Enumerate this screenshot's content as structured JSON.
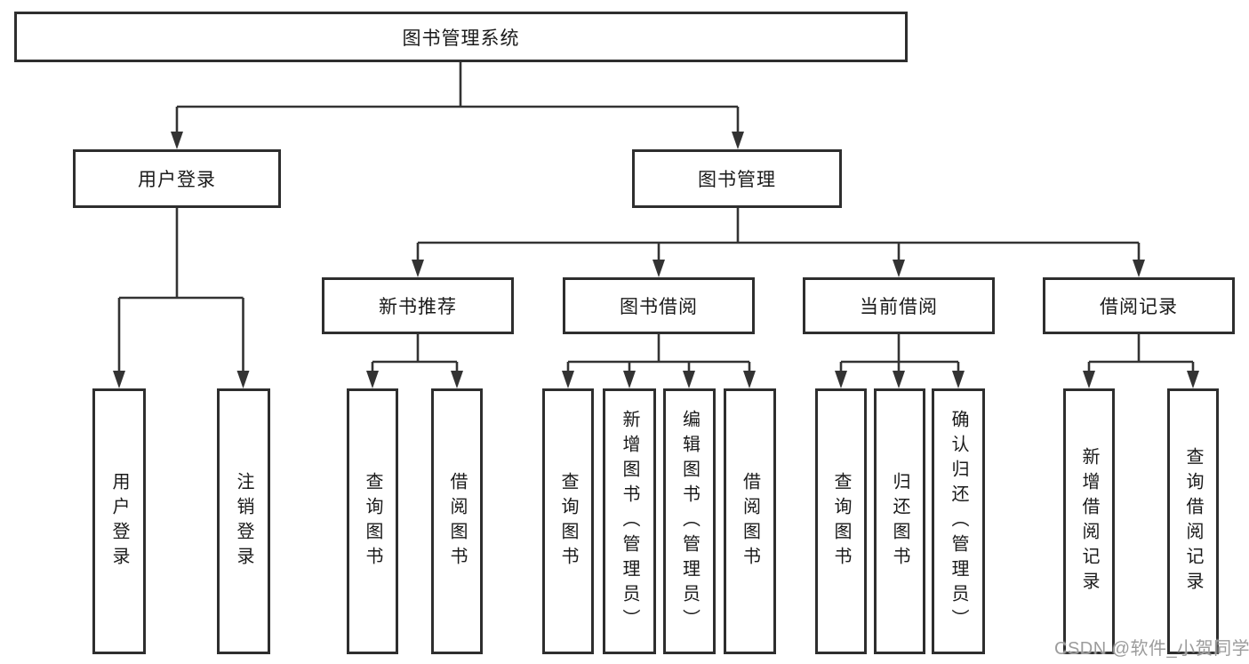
{
  "watermark": {
    "text": "CSDN @软件_小贺同学",
    "color": "#9c9c9c"
  },
  "colors": {
    "line": "#333333",
    "box_border": "#2e2e2e",
    "text": "#1a1a1a",
    "background": "#ffffff"
  },
  "tree": {
    "root": {
      "label": "图书管理系统",
      "children": [
        {
          "label": "用户登录",
          "children": [
            {
              "label": "用户登录"
            },
            {
              "label": "注销登录"
            }
          ]
        },
        {
          "label": "图书管理",
          "children": [
            {
              "label": "新书推荐",
              "children": [
                {
                  "label": "查询图书"
                },
                {
                  "label": "借阅图书"
                }
              ]
            },
            {
              "label": "图书借阅",
              "children": [
                {
                  "label": "查询图书"
                },
                {
                  "label": "新增图书（管理员）"
                },
                {
                  "label": "编辑图书（管理员）"
                },
                {
                  "label": "借阅图书"
                }
              ]
            },
            {
              "label": "当前借阅",
              "children": [
                {
                  "label": "查询图书"
                },
                {
                  "label": "归还图书"
                },
                {
                  "label": "确认归还（管理员）"
                }
              ]
            },
            {
              "label": "借阅记录",
              "children": [
                {
                  "label": "新增借阅记录"
                },
                {
                  "label": "查询借阅记录"
                }
              ]
            }
          ]
        }
      ]
    }
  }
}
